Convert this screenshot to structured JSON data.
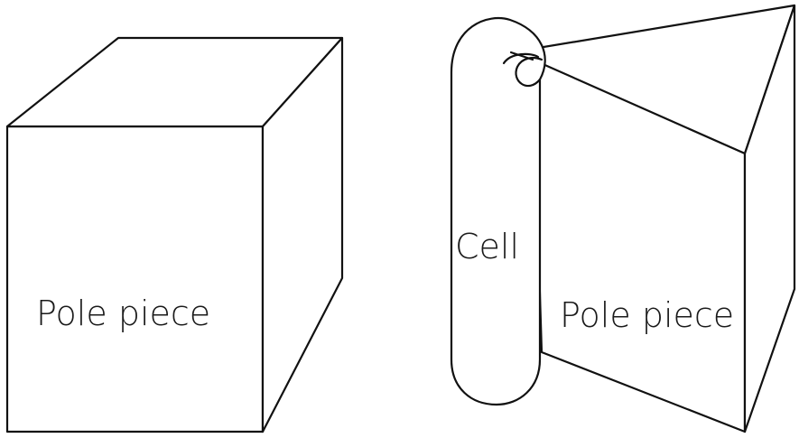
{
  "labels": {
    "left_pole_piece": "Pole piece",
    "cell": "Cell",
    "right_pole_piece": "Pole piece"
  },
  "colors": {
    "line": "#111111",
    "background": "#ffffff"
  }
}
